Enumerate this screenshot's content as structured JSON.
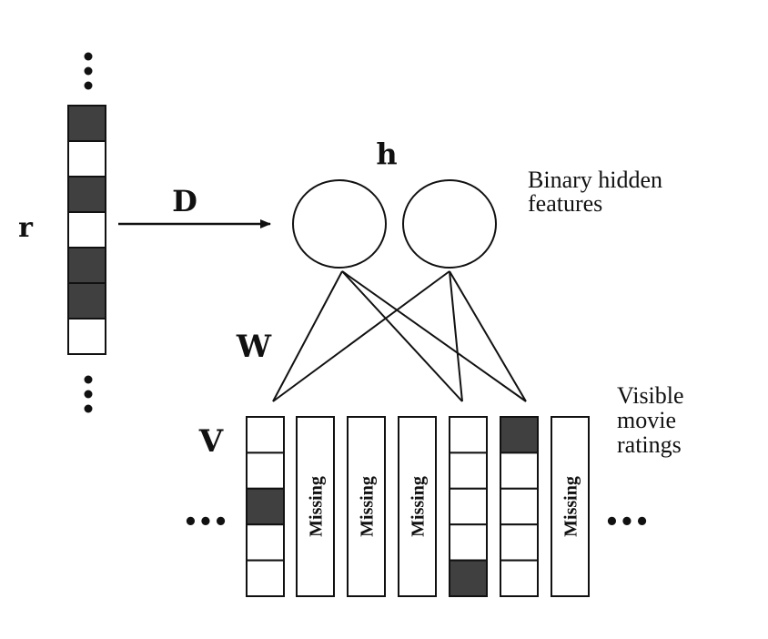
{
  "labels": {
    "r": "r",
    "D": "D",
    "h": "h",
    "W": "W",
    "V": "V",
    "hidden_line1": "Binary hidden",
    "hidden_line2": "features",
    "visible_line1": "Visible",
    "visible_line2": "movie",
    "visible_line3": "ratings",
    "missing": "Missing",
    "ellipsis": "•••"
  },
  "r_vector": {
    "cells": [
      1,
      0,
      1,
      0,
      1,
      1,
      0
    ]
  },
  "hidden_units": [
    {
      "id": "h1"
    },
    {
      "id": "h2"
    }
  ],
  "visible_columns": [
    {
      "missing": false,
      "filled": [
        0,
        0,
        1,
        0,
        0
      ],
      "connected_to": [
        "h1"
      ]
    },
    {
      "missing": true
    },
    {
      "missing": true
    },
    {
      "missing": true
    },
    {
      "missing": false,
      "filled": [
        0,
        0,
        0,
        0,
        1
      ],
      "connected_to": [
        "h1",
        "h2"
      ]
    },
    {
      "missing": false,
      "filled": [
        1,
        0,
        0,
        0,
        0
      ],
      "connected_to": [
        "h1",
        "h2"
      ]
    },
    {
      "missing": true
    }
  ],
  "colors": {
    "filled": "#404040",
    "stroke": "#111111",
    "empty": "#ffffff"
  }
}
